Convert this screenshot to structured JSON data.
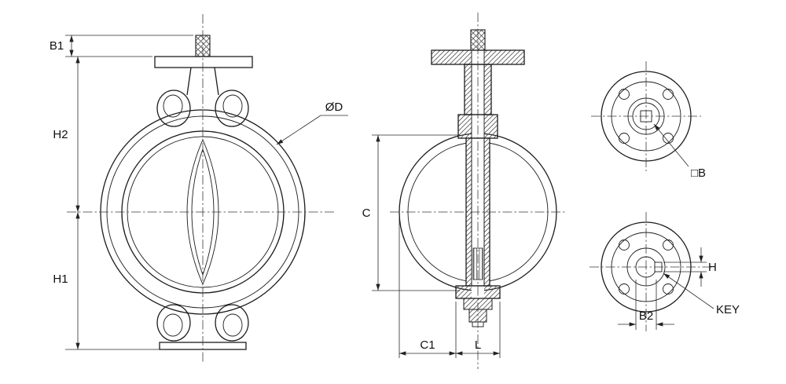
{
  "drawing": {
    "colors": {
      "line": "#1c1c1c",
      "dimension": "#2a2a2a",
      "background": "#ffffff"
    },
    "labels": {
      "b1": "B1",
      "h2": "H2",
      "h1": "H1",
      "od": "ØD",
      "c": "C",
      "c1": "C1",
      "l": "L",
      "square_b": "□B",
      "h": "H",
      "b2": "B2",
      "key": "KEY"
    }
  }
}
